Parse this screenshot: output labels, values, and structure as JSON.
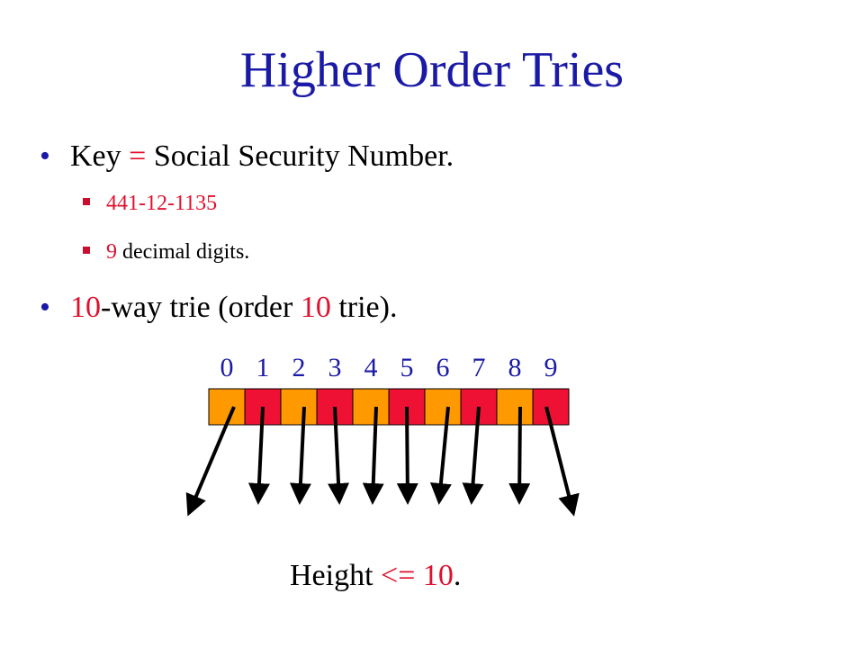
{
  "slide": {
    "title": "Higher Order Tries",
    "bullet1": {
      "pre": "Key ",
      "eq": "=",
      "post": " Social Security Number."
    },
    "sub1": {
      "value": "441-12-1135"
    },
    "sub2": {
      "num": "9",
      "text": " decimal digits."
    },
    "bullet2": {
      "n1": "10",
      "mid": "-way trie (order ",
      "n2": "10",
      "end": " trie)."
    },
    "footer": {
      "pre": "Height ",
      "op": "<=",
      "space": " ",
      "num": "10",
      "end": "."
    }
  },
  "trie": {
    "indices": [
      "0",
      "1",
      "2",
      "3",
      "4",
      "5",
      "6",
      "7",
      "8",
      "9"
    ],
    "cell_colors": [
      "#ff9900",
      "#ee1133"
    ],
    "outline_color": "#000000"
  }
}
